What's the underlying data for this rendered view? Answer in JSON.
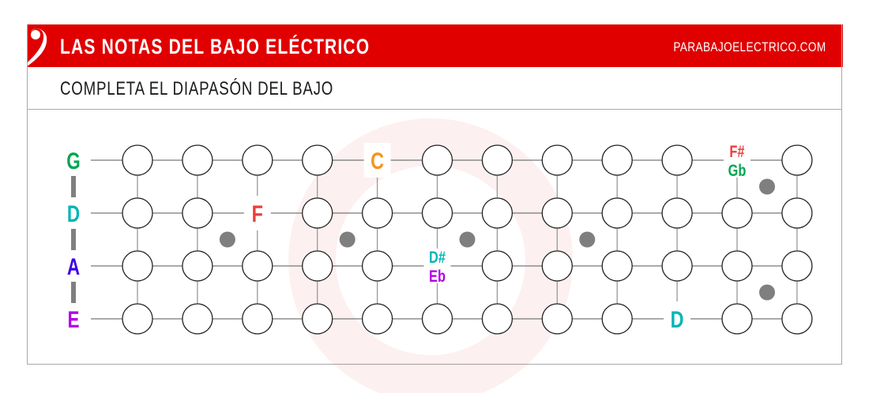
{
  "header": {
    "title": "LAS NOTAS DEL BAJO ELÉCTRICO",
    "site": "PARABAJOELECTRICO.COM",
    "brand_color": "#e00000"
  },
  "subtitle": "COMPLETA EL DIAPASÓN DEL BAJO",
  "fretboard": {
    "fret_count": 12,
    "strings": [
      {
        "name": "G",
        "color": "#00a651",
        "notes": [
          {
            "fret": 5,
            "labels": [
              {
                "text": "C",
                "color": "#f7941d"
              }
            ]
          },
          {
            "fret": 11,
            "labels": [
              {
                "text": "F#",
                "color": "#ef3b39"
              },
              {
                "text": "Gb",
                "color": "#00a651"
              }
            ]
          }
        ]
      },
      {
        "name": "D",
        "color": "#00b5b8",
        "notes": [
          {
            "fret": 3,
            "labels": [
              {
                "text": "F",
                "color": "#ef3b39"
              }
            ]
          }
        ]
      },
      {
        "name": "A",
        "color": "#3b00e6",
        "notes": [
          {
            "fret": 6,
            "labels": [
              {
                "text": "D#",
                "color": "#00b5b8"
              },
              {
                "text": "Eb",
                "color": "#b400e6"
              }
            ]
          }
        ]
      },
      {
        "name": "E",
        "color": "#b400e6",
        "notes": [
          {
            "fret": 10,
            "labels": [
              {
                "text": "D",
                "color": "#00b5b8"
              }
            ]
          }
        ]
      }
    ],
    "fret_markers": [
      3,
      5,
      7,
      9
    ],
    "double_marker": 12
  }
}
